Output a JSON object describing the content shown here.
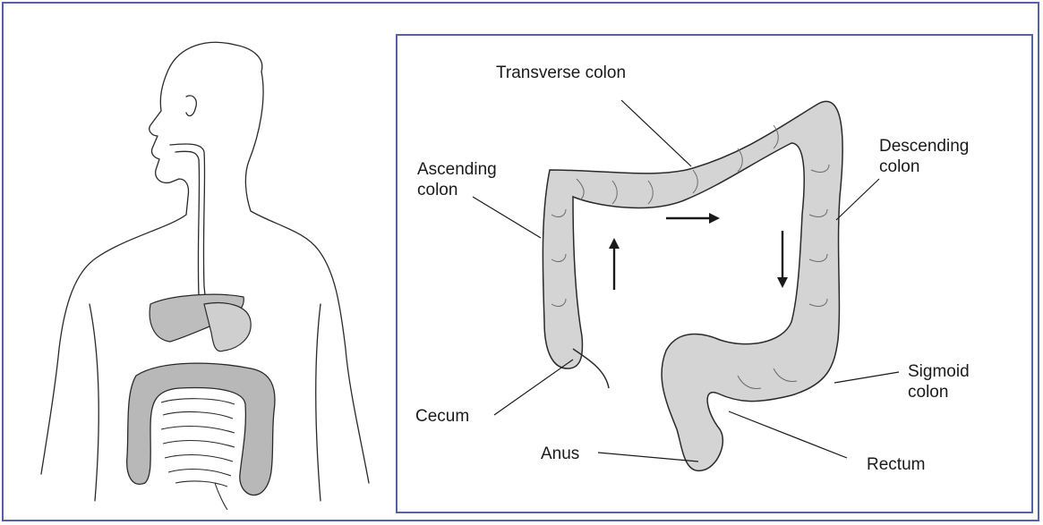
{
  "colors": {
    "frame": "#5563a6",
    "ink": "#2a2a2a",
    "organ": "#bdbdbd"
  },
  "labels": {
    "transverse_colon": "Transverse colon",
    "ascending_colon": "Ascending\ncolon",
    "descending_colon": "Descending\ncolon",
    "sigmoid_colon": "Sigmoid\ncolon",
    "cecum": "Cecum",
    "anus": "Anus",
    "rectum": "Rectum"
  },
  "icons": [
    "arrow-right-icon",
    "arrow-up-icon",
    "arrow-down-icon"
  ]
}
